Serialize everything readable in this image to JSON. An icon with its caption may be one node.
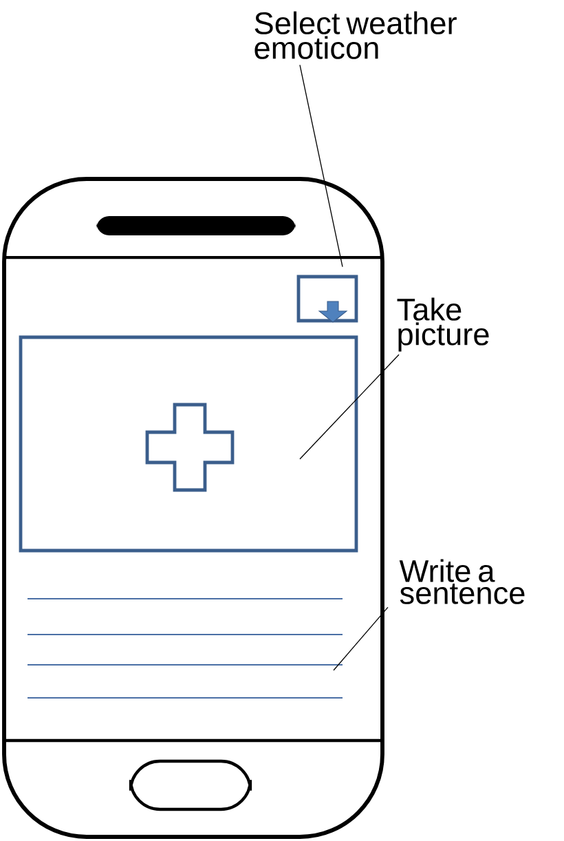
{
  "diagram": {
    "nodes": [
      {
        "text": [
          "Select weather emoticon"
        ]
      },
      {
        "text": [],
        "shape": "box"
      },
      {
        "text": [
          "Take picture"
        ]
      },
      {
        "text": [],
        "shape": "box"
      },
      {
        "text": [
          "Write a sentence"
        ]
      },
      {
        "text": [],
        "shape": "lines"
      }
    ],
    "edges": [
      {
        "from": 0,
        "to": 1,
        "arrow": "none"
      },
      {
        "from": 2,
        "to": 3,
        "arrow": "none"
      },
      {
        "from": 4,
        "to": 5,
        "arrow": "none"
      }
    ]
  }
}
